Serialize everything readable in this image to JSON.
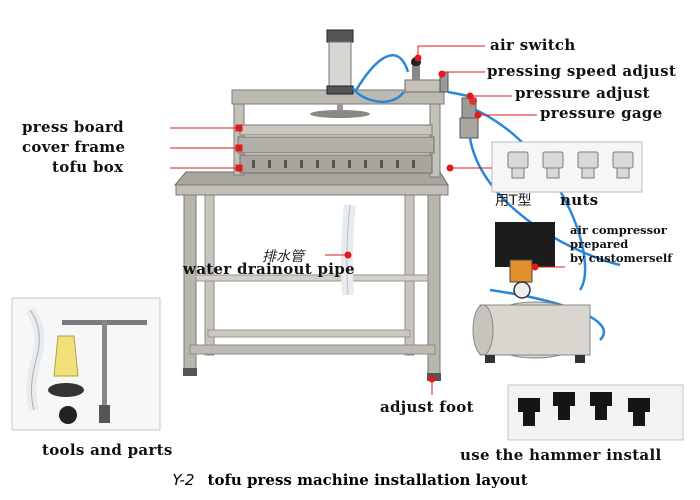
{
  "labels": {
    "air_switch": "air switch",
    "pressing_speed_adjust": "pressing speed adjust",
    "pressure_adjust": "pressure adjust",
    "pressure_gage": "pressure gage",
    "press_board": "press board",
    "cover_frame": "cover frame",
    "tofu_box": "tofu box",
    "nuts_cn": "用T型",
    "nuts": "nuts",
    "air_compressor": "air compressor\nprepared\nby customerself",
    "drain_cn": "排水管",
    "water_drainout_pipe": "water drainout pipe",
    "adjust_foot": "adjust foot",
    "tools_and_parts": "tools and parts",
    "use_hammer_install": "use the hammer install"
  },
  "caption": {
    "model": "Y-2",
    "title": "tofu press machine installation layout"
  },
  "colors": {
    "marker": "#e31a1c",
    "steel": "#b9b6b0",
    "steel_dark": "#8e8a84",
    "hose": "#2a86d8",
    "compressor": "#d9d6d0",
    "motor": "#1c1c1c"
  }
}
